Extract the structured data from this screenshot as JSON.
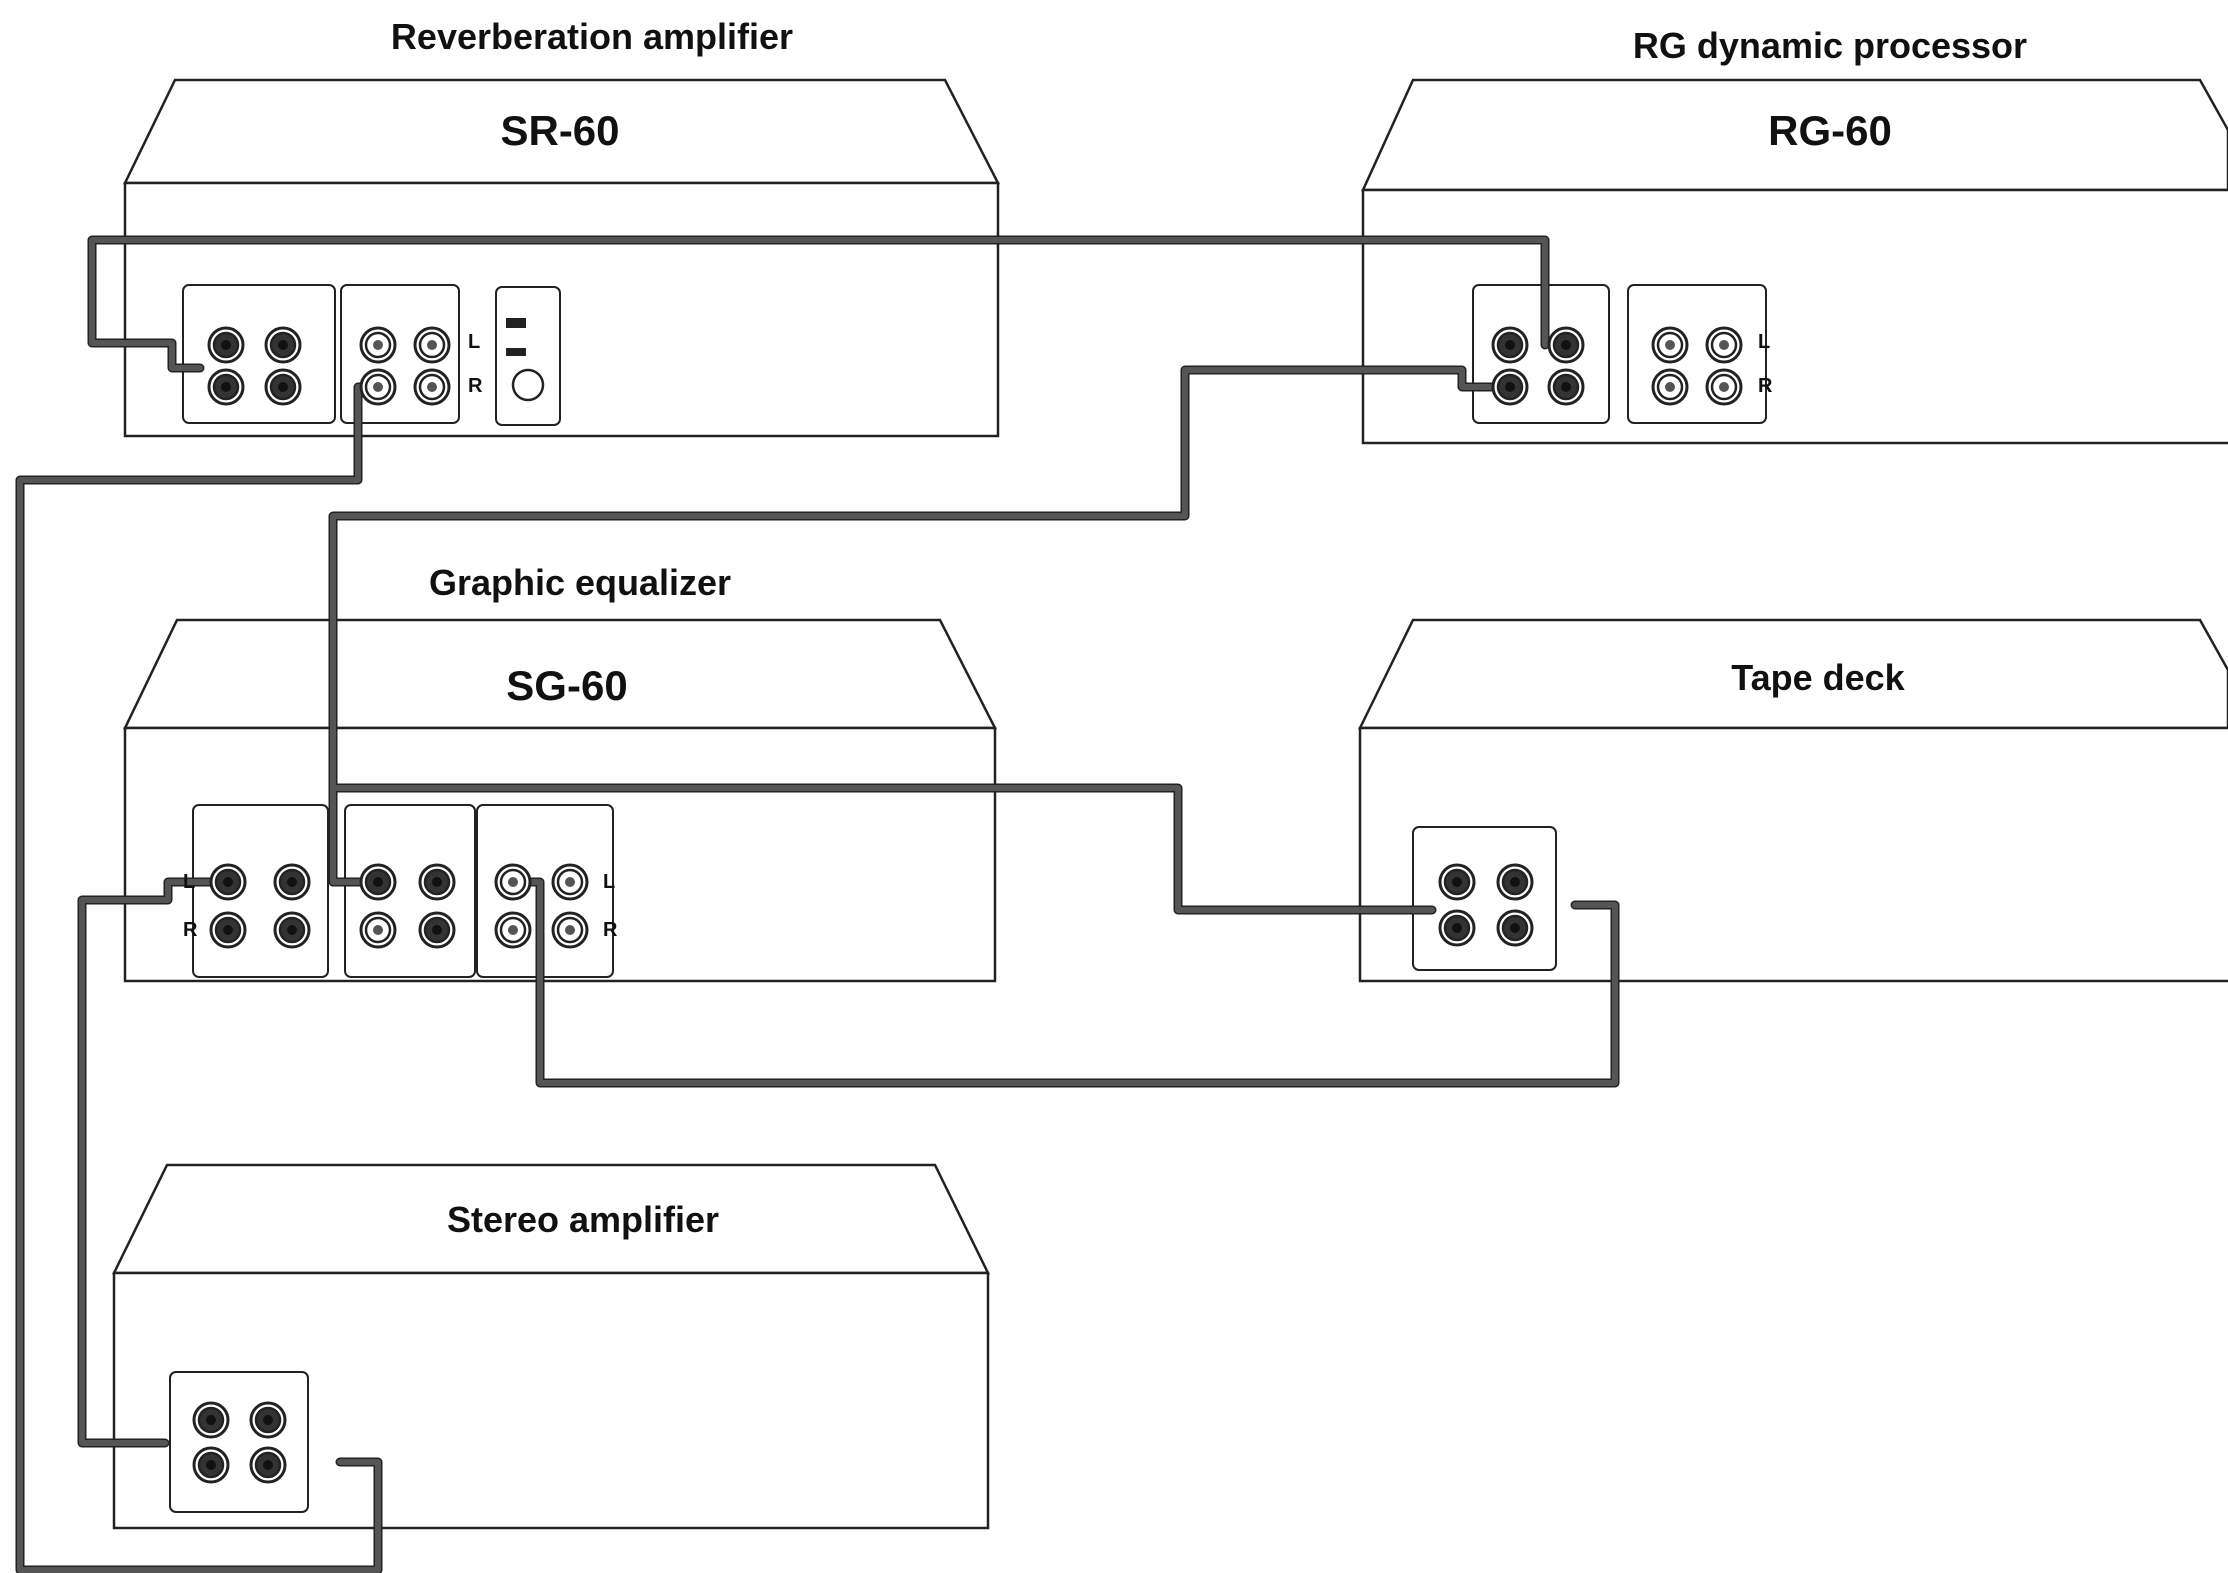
{
  "units": {
    "sr60": {
      "category": "Reverberation amplifier",
      "model": "SR-60"
    },
    "rg60": {
      "category": "RG dynamic processor",
      "model": "RG-60"
    },
    "sg60": {
      "category": "Graphic equalizer",
      "model": "SG-60"
    },
    "tape": {
      "model": "Tape deck"
    },
    "stereo": {
      "model": "Stereo amplifier"
    }
  },
  "channel_labels": {
    "left": "L",
    "right": "R"
  }
}
